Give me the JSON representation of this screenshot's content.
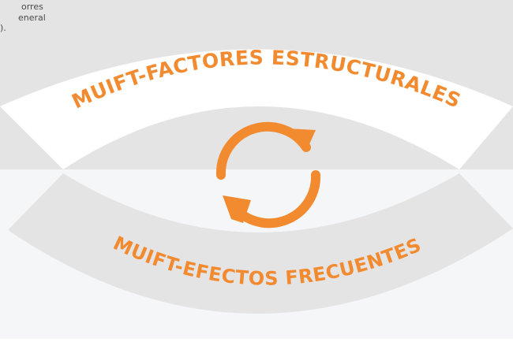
{
  "note": {
    "line1": "orres",
    "line2": "eneral",
    "line3": ")."
  },
  "diagram": {
    "top_arc_label": "MUIFT-FACTORES ESTRUCTURALES",
    "bottom_arc_label": "MUIFT-EFECTOS FRECUENTES",
    "center_icon": "refresh-cycle-icon"
  },
  "colors": {
    "accent": "#f28a30",
    "band_background": "#e5e4e5",
    "arc_fill": "#ffffff",
    "lower_background": "#f4f6f7"
  }
}
